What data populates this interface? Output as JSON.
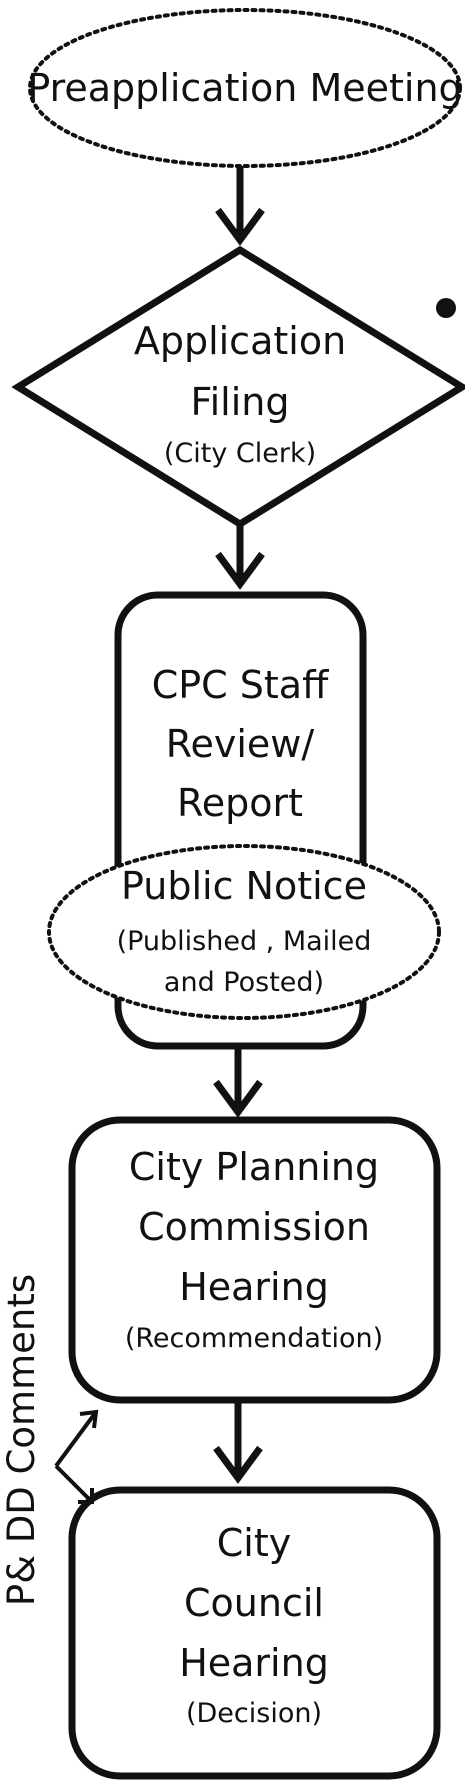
{
  "nodes": {
    "preapplication": {
      "label": "Preapplication Meeting"
    },
    "filing": {
      "line1": "Application",
      "line2": "Filing",
      "sub": "(City Clerk)"
    },
    "staff": {
      "line1": "CPC Staff",
      "line2": "Review/",
      "line3": "Report"
    },
    "notice": {
      "line1": "Public Notice",
      "sub1": "(Published , Mailed",
      "sub2": "and Posted)"
    },
    "cpc": {
      "line1": "City Planning",
      "line2": "Commission",
      "line3": "Hearing",
      "sub": "(Recommendation)"
    },
    "council": {
      "line1": "City",
      "line2": "Council",
      "line3": "Hearing",
      "sub": "(Decision)"
    }
  },
  "side_label": "P& DD Comments"
}
